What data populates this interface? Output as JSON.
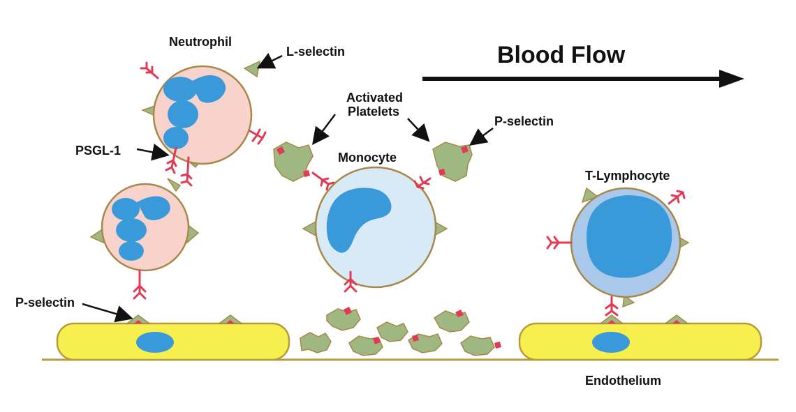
{
  "labels": {
    "blood_flow": "Blood Flow",
    "neutrophil": "Neutrophil",
    "l_selectin": "L-selectin",
    "activated_platelets_line1": "Activated",
    "activated_platelets_line2": "Platelets",
    "p_selectin_top": "P-selectin",
    "psgl1": "PSGL-1",
    "monocyte": "Monocyte",
    "t_lymphocyte": "T-Lymphocyte",
    "p_selectin_bottom": "P-selectin",
    "endothelium": "Endothelium"
  },
  "colors": {
    "neutrophil_fill": "#f7d3cc",
    "monocyte_fill": "#d8eaf5",
    "lymphocyte_fill": "#a9c8ea",
    "nucleus": "#3a9ad9",
    "ligand": "#e03a55",
    "selectin": "#9fb882",
    "endothelium": "#f6ef4d"
  }
}
